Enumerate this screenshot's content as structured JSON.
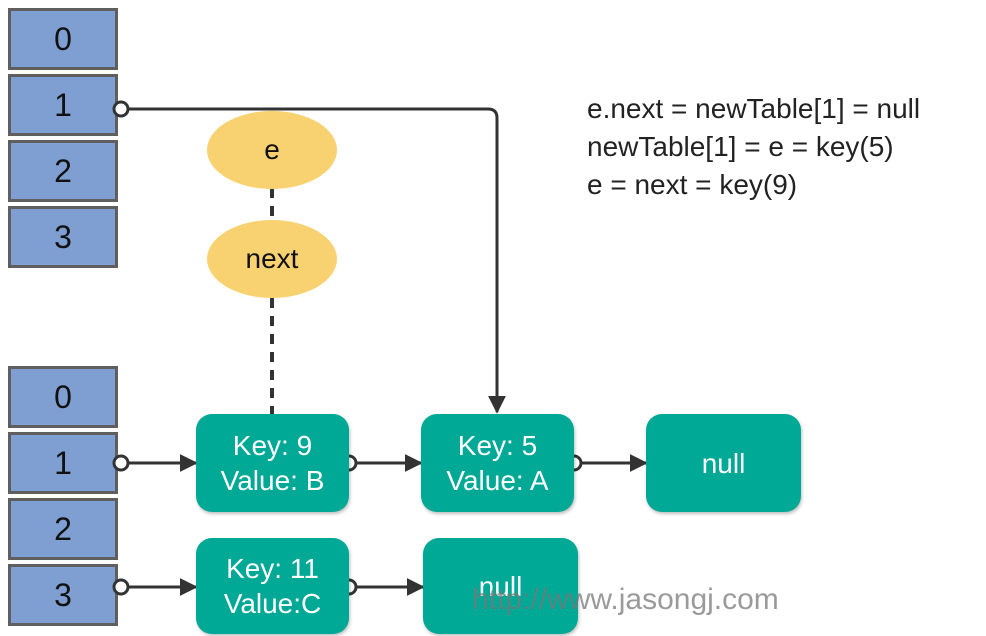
{
  "old_table": {
    "slots": [
      "0",
      "1",
      "2",
      "3"
    ]
  },
  "new_table": {
    "slots": [
      "0",
      "1",
      "2",
      "3"
    ]
  },
  "pointers": {
    "e": "e",
    "next": "next"
  },
  "nodes": {
    "key9": {
      "key": "Key: 9",
      "value": "Value: B"
    },
    "key5": {
      "key": "Key: 5",
      "value": "Value: A"
    },
    "null1": {
      "label": "null"
    },
    "key11": {
      "key": "Key: 11",
      "value": "Value:C"
    },
    "null2": {
      "label": "null"
    }
  },
  "notes": [
    "e.next = newTable[1] = null",
    "newTable[1] = e = key(5)",
    "e = next = key(9)"
  ],
  "watermark": "http://www.jasongj.com"
}
